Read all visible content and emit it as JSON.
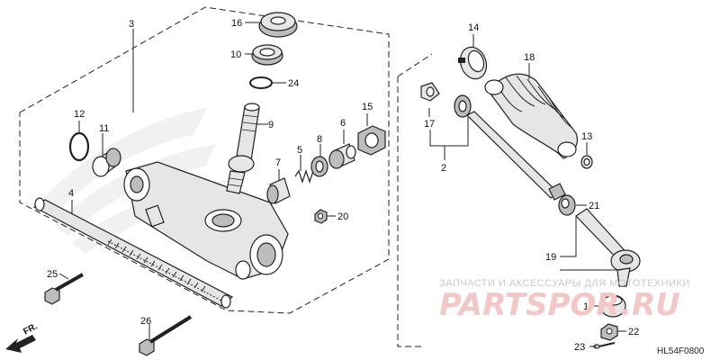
{
  "callouts": [
    {
      "id": "c3",
      "text": "3"
    },
    {
      "id": "c16",
      "text": "16"
    },
    {
      "id": "c10",
      "text": "10"
    },
    {
      "id": "c24",
      "text": "24"
    },
    {
      "id": "c9",
      "text": "9"
    },
    {
      "id": "c15",
      "text": "15"
    },
    {
      "id": "c12",
      "text": "12"
    },
    {
      "id": "c11",
      "text": "11"
    },
    {
      "id": "c6",
      "text": "6"
    },
    {
      "id": "c8",
      "text": "8"
    },
    {
      "id": "c7",
      "text": "7"
    },
    {
      "id": "c5",
      "text": "5"
    },
    {
      "id": "c4",
      "text": "4"
    },
    {
      "id": "c20",
      "text": "20"
    },
    {
      "id": "c25",
      "text": "25"
    },
    {
      "id": "c26",
      "text": "26"
    },
    {
      "id": "c14",
      "text": "14"
    },
    {
      "id": "c18",
      "text": "18"
    },
    {
      "id": "c17",
      "text": "17"
    },
    {
      "id": "c2",
      "text": "2"
    },
    {
      "id": "c13",
      "text": "13"
    },
    {
      "id": "c21",
      "text": "21"
    },
    {
      "id": "c19",
      "text": "19"
    },
    {
      "id": "c1",
      "text": "1"
    },
    {
      "id": "c22",
      "text": "22"
    },
    {
      "id": "c23",
      "text": "23"
    }
  ],
  "direction_label": "FR.",
  "diagram_code": "HL54F0800",
  "watermark": {
    "caption": "ЗАПЧАСТИ И АКСЕССУАРЫ ДЛЯ МОТОТЕХНИКИ",
    "logo": "PARTSPOR.RU"
  }
}
